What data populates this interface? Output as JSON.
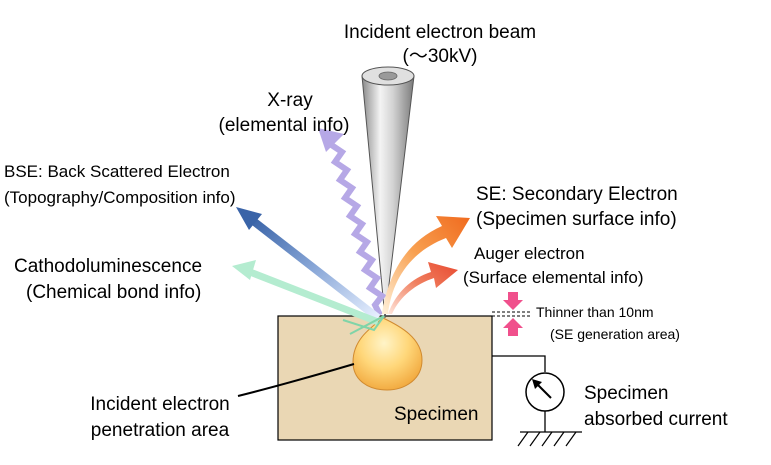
{
  "beam": {
    "line1": "Incident electron beam",
    "line2": "(～30kV)"
  },
  "xray": {
    "line1": "X-ray",
    "line2": "(elemental info)"
  },
  "bse": {
    "line1": "BSE: Back Scattered Electron",
    "line2": "(Topography/Composition info)"
  },
  "se": {
    "line1": "SE: Secondary Electron",
    "line2": "(Specimen surface info)"
  },
  "auger": {
    "line1": "Auger electron",
    "line2": "(Surface elemental info)"
  },
  "cathodo": {
    "line1": "Cathodoluminescence",
    "line2": "(Chemical bond info)"
  },
  "thin": {
    "line1": "Thinner than 10nm",
    "line2": "(SE generation area)"
  },
  "penetration": {
    "line1": "Incident electron",
    "line2": "penetration area"
  },
  "specimen": {
    "label": "Specimen"
  },
  "current": {
    "line1": "Specimen",
    "line2": "absorbed current"
  },
  "colors": {
    "specimen_fill": "#ead7b4",
    "drop_core": "#ffe6a0",
    "drop_edge": "#f0a53a",
    "xray": "#b6a8e6",
    "bse": "#3f6bb0",
    "cathodo": "#b4ecd0",
    "se": "#f07a2e",
    "auger": "#ec5a3c",
    "marker": "#f0508c"
  }
}
